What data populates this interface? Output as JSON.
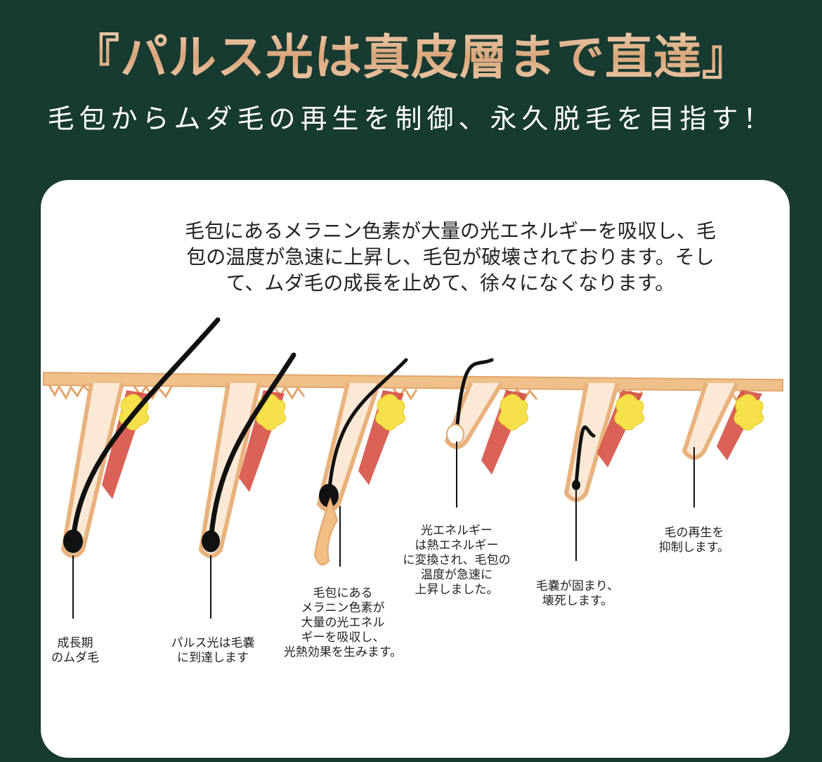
{
  "header": {
    "title": "『パルス光は真皮層まで直達』",
    "subtitle": "毛包からムダ毛の再生を制御、永久脱毛を目指す！"
  },
  "card": {
    "description": [
      "毛包にあるメラニン色素が大量の光エネルギーを吸収し、毛",
      "包の温度が急速に上昇し、毛包が破壊されております。そし",
      "て、ムダ毛の成長を止めて、徐々になくなります。"
    ]
  },
  "stages": [
    {
      "lines": [
        "成長期",
        "のムダ毛"
      ]
    },
    {
      "lines": [
        "パルス光は毛嚢",
        "に到達します"
      ]
    },
    {
      "lines": [
        "毛包にある",
        "メラニン色素が",
        "大量の光エネル",
        "ギーを吸収し、",
        "光熱効果を生みます。"
      ]
    },
    {
      "lines": [
        "光エネルギー",
        "は熱エネルギー",
        "に変換され、毛包の",
        "温度が急速に",
        "上昇しました。"
      ]
    },
    {
      "lines": [
        "毛嚢が固まり、",
        "壊死します。"
      ]
    },
    {
      "lines": [
        "毛の再生を",
        "抑制します。"
      ]
    }
  ],
  "colors": {
    "background": "#173a31",
    "skin": "#e9b27c",
    "hair": "#111111",
    "follicle_red": "#d4463a",
    "gland_yellow": "#f5e14a"
  }
}
